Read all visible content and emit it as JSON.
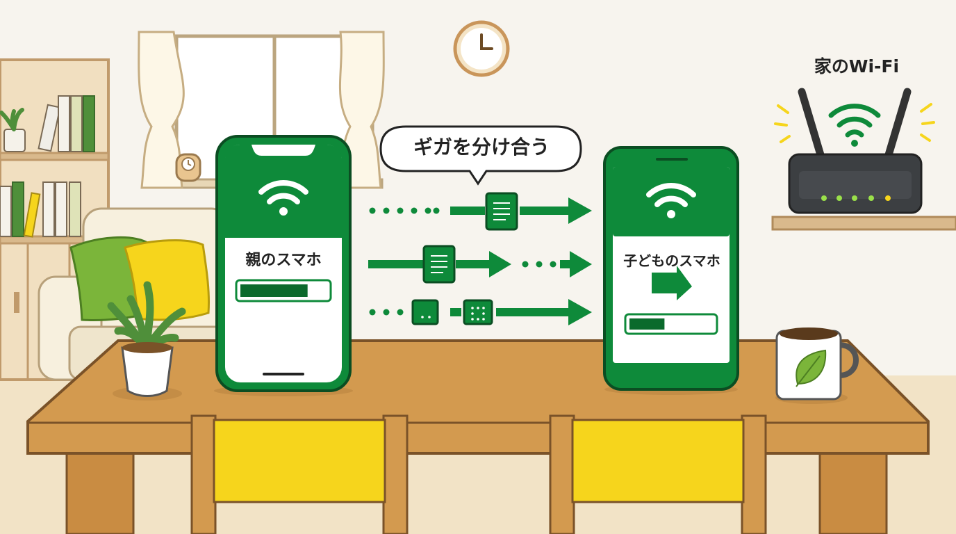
{
  "router": {
    "label": "家のWi-Fi"
  },
  "bubble": {
    "text": "ギガを分け合う"
  },
  "parent_phone": {
    "label": "親のスマホ",
    "data_level": 0.78
  },
  "child_phone": {
    "label": "子どものスマホ",
    "data_level": 0.42
  },
  "colors": {
    "brand_green": "#0e8a3a",
    "dark_green": "#0b6a2c",
    "accent_yellow": "#f6d51c",
    "wood": "#d39a4f",
    "wall": "#f7f4ee"
  }
}
